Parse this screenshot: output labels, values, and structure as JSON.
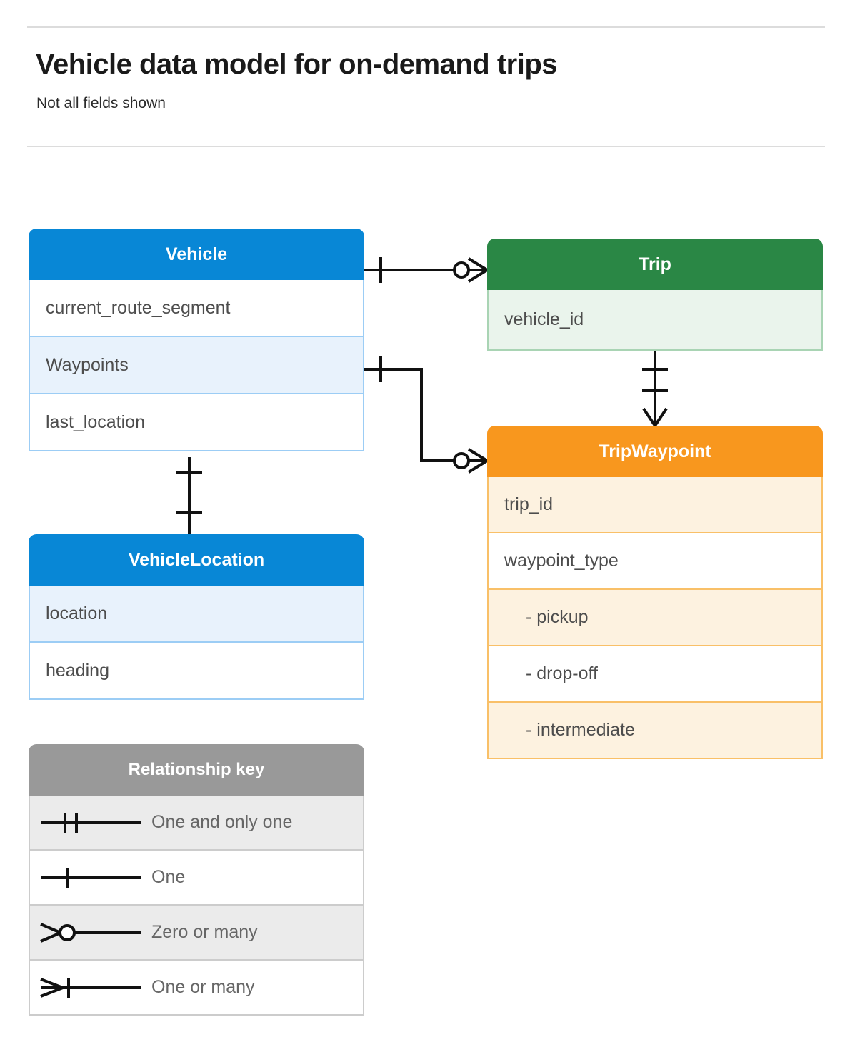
{
  "header": {
    "title": "Vehicle data model for on-demand trips",
    "subtitle": "Not all fields shown"
  },
  "entities": [
    {
      "id": "vehicle",
      "name": "Vehicle",
      "color": "#0887d6",
      "rows": [
        "current_route_segment",
        "Waypoints",
        "last_location"
      ]
    },
    {
      "id": "vehicleloc",
      "name": "VehicleLocation",
      "color": "#0887d6",
      "rows": [
        "location",
        "heading"
      ]
    },
    {
      "id": "trip",
      "name": "Trip",
      "color": "#2a8745",
      "rows": [
        "vehicle_id"
      ]
    },
    {
      "id": "tripwaypoint",
      "name": "TripWaypoint",
      "color": "#f8971e",
      "rows": [
        "trip_id",
        "waypoint_type",
        "-  pickup",
        "-  drop-off",
        "-  intermediate"
      ]
    }
  ],
  "legend": {
    "title": "Relationship key",
    "items": [
      {
        "symbol": "one-and-only-one",
        "label": "One and only one"
      },
      {
        "symbol": "one",
        "label": "One"
      },
      {
        "symbol": "zero-or-many",
        "label": "Zero or many"
      },
      {
        "symbol": "one-or-many",
        "label": "One or many"
      }
    ]
  },
  "relationships": [
    {
      "from": "Vehicle",
      "from_card": "one",
      "to": "Trip",
      "to_card": "zero-or-many"
    },
    {
      "from": "Vehicle.Waypoints",
      "from_card": "one",
      "to": "TripWaypoint",
      "to_card": "zero-or-many"
    },
    {
      "from": "Vehicle",
      "from_card": "one",
      "to": "VehicleLocation",
      "to_card": "one-and-only-one"
    },
    {
      "from": "Trip",
      "from_card": "one-and-only-one",
      "to": "TripWaypoint",
      "to_card": "one-or-many"
    }
  ],
  "palette": {
    "blue": "#0887d6",
    "green": "#2a8745",
    "orange": "#f8971e",
    "gray": "#999999",
    "line": "#111111"
  }
}
